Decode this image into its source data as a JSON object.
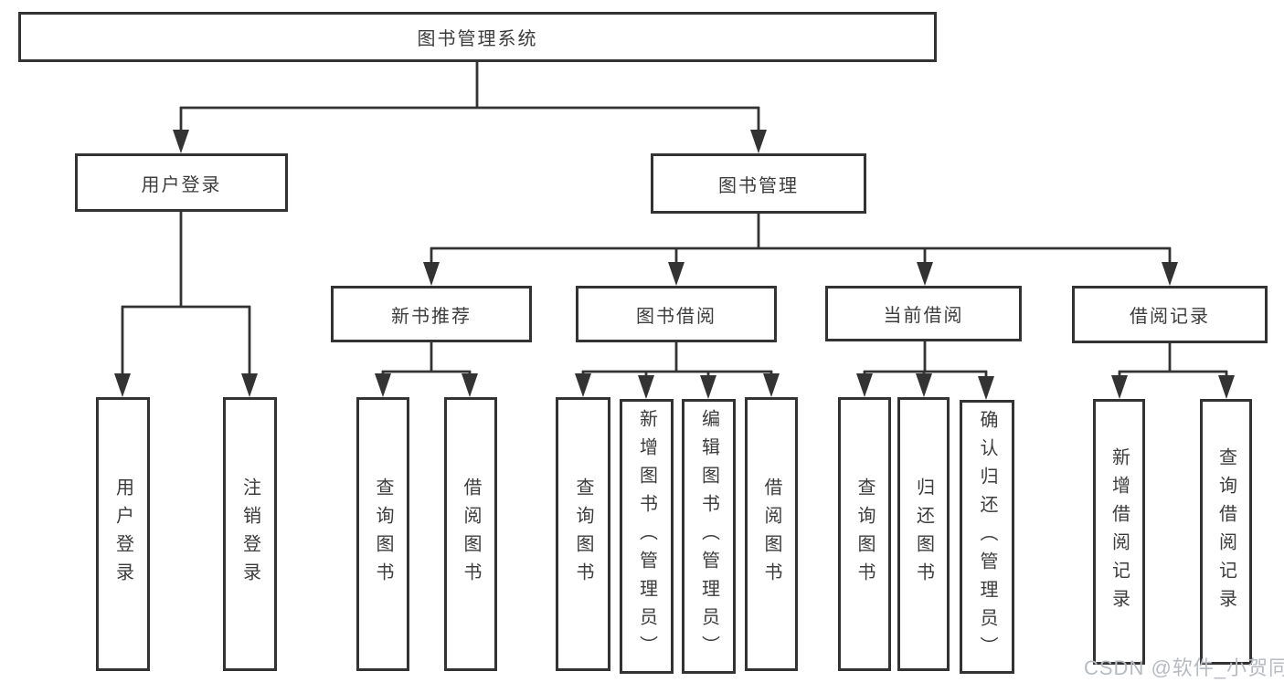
{
  "root": {
    "label": "图书管理系统"
  },
  "branches": {
    "user_login": {
      "label": "用户登录",
      "leaves": [
        {
          "label": "用户登录"
        },
        {
          "label": "注销登录"
        }
      ]
    },
    "book_management": {
      "label": "图书管理",
      "sections": [
        {
          "label": "新书推荐",
          "leaves": [
            {
              "label": "查询图书"
            },
            {
              "label": "借阅图书"
            }
          ]
        },
        {
          "label": "图书借阅",
          "leaves": [
            {
              "label": "查询图书"
            },
            {
              "label": "新增图书（管理员）"
            },
            {
              "label": "编辑图书（管理员）"
            },
            {
              "label": "借阅图书"
            }
          ]
        },
        {
          "label": "当前借阅",
          "leaves": [
            {
              "label": "查询图书"
            },
            {
              "label": "归还图书"
            },
            {
              "label": "确认归还（管理员）"
            }
          ]
        },
        {
          "label": "借阅记录",
          "leaves": [
            {
              "label": "新增借阅记录"
            },
            {
              "label": "查询借阅记录"
            }
          ]
        }
      ]
    }
  },
  "watermark": {
    "text": "CSDN @软件_小贺同学"
  },
  "colors": {
    "line": "#333333",
    "box_border": "#333333",
    "box_fill": "#ffffff",
    "text": "#3c3c3c",
    "watermark": "#b6bac1",
    "background": "#ffffff"
  }
}
